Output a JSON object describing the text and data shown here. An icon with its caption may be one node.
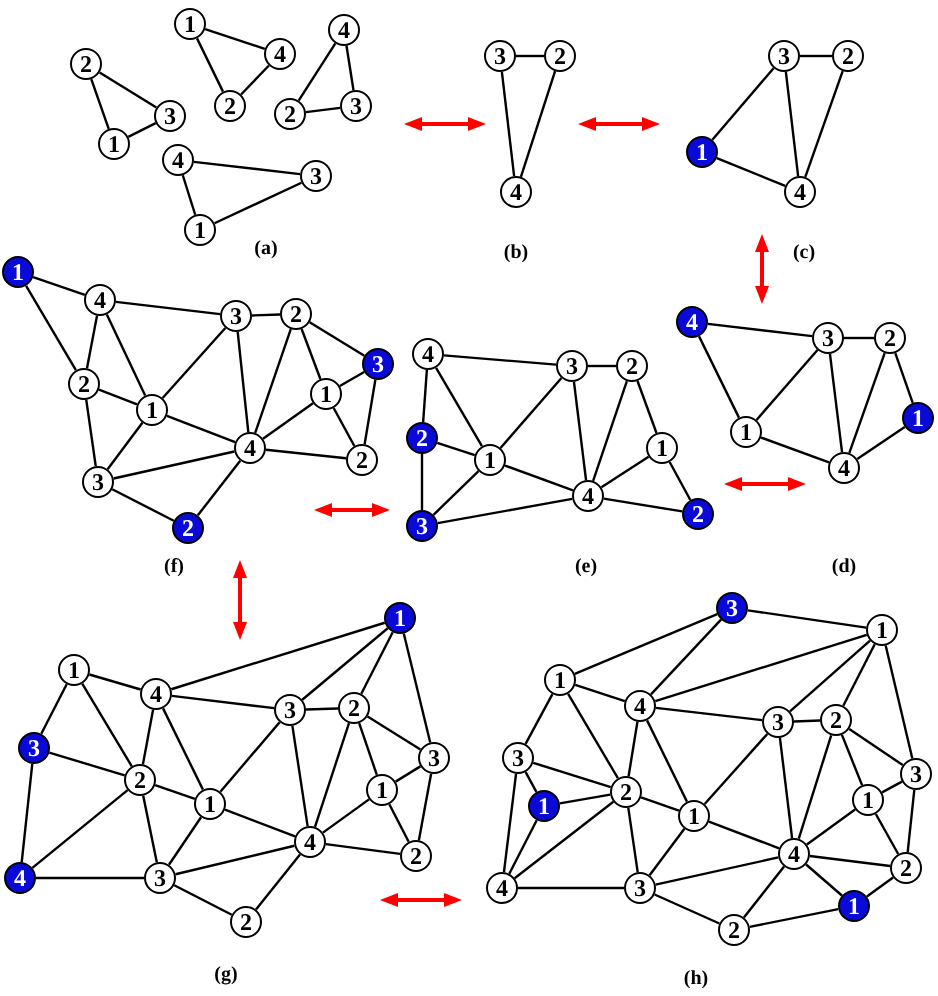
{
  "diagram": {
    "nodes": [
      {
        "text": [
          "1"
        ]
      },
      {
        "text": [
          "4"
        ]
      },
      {
        "text": [
          "4"
        ]
      },
      {
        "text": [
          "2"
        ]
      },
      {
        "text": [
          "2"
        ]
      },
      {
        "text": [
          "2"
        ]
      },
      {
        "text": [
          "3"
        ]
      },
      {
        "text": [
          "3"
        ]
      },
      {
        "text": [
          "1"
        ]
      },
      {
        "text": [
          "4"
        ]
      },
      {
        "text": [
          "3"
        ]
      },
      {
        "text": [
          "1"
        ]
      },
      {
        "text": [
          "3"
        ]
      },
      {
        "text": [
          "2"
        ]
      },
      {
        "text": [
          "4"
        ]
      },
      {
        "text": [
          "3"
        ]
      },
      {
        "text": [
          "2"
        ]
      },
      {
        "text": [
          "1"
        ]
      },
      {
        "text": [
          "4"
        ]
      },
      {
        "text": [
          "1"
        ]
      },
      {
        "text": [
          "4"
        ]
      },
      {
        "text": [
          "3"
        ]
      },
      {
        "text": [
          "2"
        ]
      },
      {
        "text": [
          "3"
        ]
      },
      {
        "text": [
          "2"
        ]
      },
      {
        "text": [
          "1"
        ]
      },
      {
        "text": [
          "1"
        ]
      },
      {
        "text": [
          "4"
        ]
      },
      {
        "text": [
          "2"
        ]
      },
      {
        "text": [
          "3"
        ]
      },
      {
        "text": [
          "2"
        ]
      },
      {
        "text": [
          "4"
        ]
      },
      {
        "text": [
          "3"
        ]
      },
      {
        "text": [
          "2"
        ]
      },
      {
        "text": [
          "2"
        ]
      },
      {
        "text": [
          "1"
        ]
      },
      {
        "text": [
          "1"
        ]
      },
      {
        "text": [
          "4"
        ]
      },
      {
        "text": [
          "2"
        ]
      },
      {
        "text": [
          "3"
        ]
      },
      {
        "text": [
          "4"
        ]
      },
      {
        "text": [
          "3"
        ]
      },
      {
        "text": [
          "2"
        ]
      },
      {
        "text": [
          "1"
        ]
      },
      {
        "text": [
          "1"
        ]
      },
      {
        "text": [
          "4"
        ]
      },
      {
        "text": [
          "1"
        ]
      },
      {
        "text": [
          "1"
        ]
      },
      {
        "text": [
          "4"
        ]
      },
      {
        "text": [
          "2"
        ]
      },
      {
        "text": [
          "3"
        ]
      },
      {
        "text": [
          "3"
        ]
      },
      {
        "text": [
          "3"
        ]
      },
      {
        "text": [
          "2"
        ]
      },
      {
        "text": [
          "1"
        ]
      },
      {
        "text": [
          "1"
        ]
      },
      {
        "text": [
          "4"
        ]
      },
      {
        "text": [
          "2"
        ]
      },
      {
        "text": [
          "4"
        ]
      },
      {
        "text": [
          "3"
        ]
      },
      {
        "text": [
          "2"
        ]
      },
      {
        "text": [
          "3"
        ]
      },
      {
        "text": [
          "1"
        ]
      },
      {
        "text": [
          "1"
        ]
      },
      {
        "text": [
          "4"
        ]
      },
      {
        "text": [
          "2"
        ]
      },
      {
        "text": [
          "3"
        ]
      },
      {
        "text": [
          "3"
        ]
      },
      {
        "text": [
          "3"
        ]
      },
      {
        "text": [
          "2"
        ]
      },
      {
        "text": [
          "1"
        ]
      },
      {
        "text": [
          "1"
        ]
      },
      {
        "text": [
          "1"
        ]
      },
      {
        "text": [
          "4"
        ]
      },
      {
        "text": [
          "2"
        ]
      },
      {
        "text": [
          "4"
        ]
      },
      {
        "text": [
          "3"
        ]
      },
      {
        "text": [
          "1"
        ]
      },
      {
        "text": [
          "2"
        ]
      }
    ],
    "edges": [
      {
        "from": 3,
        "to": 7,
        "arrow": "none"
      },
      {
        "from": 3,
        "to": 8,
        "arrow": "none"
      },
      {
        "from": 8,
        "to": 7,
        "arrow": "none"
      },
      {
        "from": 0,
        "to": 2,
        "arrow": "none"
      },
      {
        "from": 0,
        "to": 4,
        "arrow": "none"
      },
      {
        "from": 4,
        "to": 2,
        "arrow": "none"
      },
      {
        "from": 1,
        "to": 5,
        "arrow": "none"
      },
      {
        "from": 1,
        "to": 6,
        "arrow": "none"
      },
      {
        "from": 5,
        "to": 6,
        "arrow": "none"
      },
      {
        "from": 9,
        "to": 10,
        "arrow": "none"
      },
      {
        "from": 9,
        "to": 11,
        "arrow": "none"
      },
      {
        "from": 11,
        "to": 10,
        "arrow": "none"
      },
      {
        "from": 12,
        "to": 13,
        "arrow": "none"
      },
      {
        "from": 12,
        "to": 14,
        "arrow": "none"
      },
      {
        "from": 13,
        "to": 14,
        "arrow": "none"
      },
      {
        "from": 15,
        "to": 16,
        "arrow": "none"
      },
      {
        "from": 15,
        "to": 17,
        "arrow": "none"
      },
      {
        "from": 15,
        "to": 18,
        "arrow": "none"
      },
      {
        "from": 16,
        "to": 18,
        "arrow": "none"
      },
      {
        "from": 17,
        "to": 18,
        "arrow": "none"
      },
      {
        "from": 19,
        "to": 20,
        "arrow": "none"
      },
      {
        "from": 19,
        "to": 24,
        "arrow": "none"
      },
      {
        "from": 20,
        "to": 24,
        "arrow": "none"
      },
      {
        "from": 20,
        "to": 26,
        "arrow": "none"
      },
      {
        "from": 20,
        "to": 21,
        "arrow": "none"
      },
      {
        "from": 21,
        "to": 22,
        "arrow": "none"
      },
      {
        "from": 21,
        "to": 26,
        "arrow": "none"
      },
      {
        "from": 21,
        "to": 27,
        "arrow": "none"
      },
      {
        "from": 22,
        "to": 27,
        "arrow": "none"
      },
      {
        "from": 22,
        "to": 25,
        "arrow": "none"
      },
      {
        "from": 22,
        "to": 23,
        "arrow": "none"
      },
      {
        "from": 23,
        "to": 25,
        "arrow": "none"
      },
      {
        "from": 23,
        "to": 28,
        "arrow": "none"
      },
      {
        "from": 25,
        "to": 27,
        "arrow": "none"
      },
      {
        "from": 25,
        "to": 28,
        "arrow": "none"
      },
      {
        "from": 27,
        "to": 28,
        "arrow": "none"
      },
      {
        "from": 24,
        "to": 26,
        "arrow": "none"
      },
      {
        "from": 24,
        "to": 29,
        "arrow": "none"
      },
      {
        "from": 26,
        "to": 29,
        "arrow": "none"
      },
      {
        "from": 26,
        "to": 27,
        "arrow": "none"
      },
      {
        "from": 29,
        "to": 27,
        "arrow": "none"
      },
      {
        "from": 29,
        "to": 30,
        "arrow": "none"
      },
      {
        "from": 30,
        "to": 27,
        "arrow": "none"
      },
      {
        "from": 31,
        "to": 32,
        "arrow": "none"
      },
      {
        "from": 31,
        "to": 34,
        "arrow": "none"
      },
      {
        "from": 31,
        "to": 36,
        "arrow": "none"
      },
      {
        "from": 34,
        "to": 36,
        "arrow": "none"
      },
      {
        "from": 34,
        "to": 39,
        "arrow": "none"
      },
      {
        "from": 39,
        "to": 36,
        "arrow": "none"
      },
      {
        "from": 39,
        "to": 37,
        "arrow": "none"
      },
      {
        "from": 36,
        "to": 32,
        "arrow": "none"
      },
      {
        "from": 36,
        "to": 37,
        "arrow": "none"
      },
      {
        "from": 32,
        "to": 33,
        "arrow": "none"
      },
      {
        "from": 32,
        "to": 37,
        "arrow": "none"
      },
      {
        "from": 33,
        "to": 37,
        "arrow": "none"
      },
      {
        "from": 33,
        "to": 35,
        "arrow": "none"
      },
      {
        "from": 35,
        "to": 37,
        "arrow": "none"
      },
      {
        "from": 35,
        "to": 38,
        "arrow": "none"
      },
      {
        "from": 37,
        "to": 38,
        "arrow": "none"
      },
      {
        "from": 40,
        "to": 41,
        "arrow": "none"
      },
      {
        "from": 40,
        "to": 44,
        "arrow": "none"
      },
      {
        "from": 41,
        "to": 42,
        "arrow": "none"
      },
      {
        "from": 41,
        "to": 44,
        "arrow": "none"
      },
      {
        "from": 41,
        "to": 45,
        "arrow": "none"
      },
      {
        "from": 42,
        "to": 45,
        "arrow": "none"
      },
      {
        "from": 42,
        "to": 43,
        "arrow": "none"
      },
      {
        "from": 43,
        "to": 45,
        "arrow": "none"
      },
      {
        "from": 44,
        "to": 45,
        "arrow": "none"
      },
      {
        "from": 46,
        "to": 48,
        "arrow": "none"
      },
      {
        "from": 46,
        "to": 50,
        "arrow": "none"
      },
      {
        "from": 46,
        "to": 49,
        "arrow": "none"
      },
      {
        "from": 46,
        "to": 52,
        "arrow": "none"
      },
      {
        "from": 47,
        "to": 48,
        "arrow": "none"
      },
      {
        "from": 47,
        "to": 51,
        "arrow": "none"
      },
      {
        "from": 47,
        "to": 53,
        "arrow": "none"
      },
      {
        "from": 48,
        "to": 50,
        "arrow": "none"
      },
      {
        "from": 48,
        "to": 53,
        "arrow": "none"
      },
      {
        "from": 48,
        "to": 55,
        "arrow": "none"
      },
      {
        "from": 50,
        "to": 49,
        "arrow": "none"
      },
      {
        "from": 50,
        "to": 55,
        "arrow": "none"
      },
      {
        "from": 50,
        "to": 56,
        "arrow": "none"
      },
      {
        "from": 49,
        "to": 56,
        "arrow": "none"
      },
      {
        "from": 49,
        "to": 54,
        "arrow": "none"
      },
      {
        "from": 49,
        "to": 52,
        "arrow": "none"
      },
      {
        "from": 52,
        "to": 54,
        "arrow": "none"
      },
      {
        "from": 52,
        "to": 57,
        "arrow": "none"
      },
      {
        "from": 54,
        "to": 56,
        "arrow": "none"
      },
      {
        "from": 54,
        "to": 57,
        "arrow": "none"
      },
      {
        "from": 56,
        "to": 57,
        "arrow": "none"
      },
      {
        "from": 51,
        "to": 53,
        "arrow": "none"
      },
      {
        "from": 51,
        "to": 58,
        "arrow": "none"
      },
      {
        "from": 53,
        "to": 58,
        "arrow": "none"
      },
      {
        "from": 53,
        "to": 59,
        "arrow": "none"
      },
      {
        "from": 53,
        "to": 55,
        "arrow": "none"
      },
      {
        "from": 55,
        "to": 59,
        "arrow": "none"
      },
      {
        "from": 55,
        "to": 56,
        "arrow": "none"
      },
      {
        "from": 58,
        "to": 59,
        "arrow": "none"
      },
      {
        "from": 59,
        "to": 56,
        "arrow": "none"
      },
      {
        "from": 59,
        "to": 60,
        "arrow": "none"
      },
      {
        "from": 60,
        "to": 56,
        "arrow": "none"
      },
      {
        "from": 61,
        "to": 63,
        "arrow": "none"
      },
      {
        "from": 61,
        "to": 64,
        "arrow": "none"
      },
      {
        "from": 61,
        "to": 62,
        "arrow": "none"
      },
      {
        "from": 62,
        "to": 64,
        "arrow": "none"
      },
      {
        "from": 62,
        "to": 66,
        "arrow": "none"
      },
      {
        "from": 62,
        "to": 65,
        "arrow": "none"
      },
      {
        "from": 62,
        "to": 68,
        "arrow": "none"
      },
      {
        "from": 63,
        "to": 64,
        "arrow": "none"
      },
      {
        "from": 63,
        "to": 67,
        "arrow": "none"
      },
      {
        "from": 63,
        "to": 69,
        "arrow": "none"
      },
      {
        "from": 64,
        "to": 66,
        "arrow": "none"
      },
      {
        "from": 64,
        "to": 69,
        "arrow": "none"
      },
      {
        "from": 64,
        "to": 72,
        "arrow": "none"
      },
      {
        "from": 66,
        "to": 65,
        "arrow": "none"
      },
      {
        "from": 66,
        "to": 72,
        "arrow": "none"
      },
      {
        "from": 66,
        "to": 73,
        "arrow": "none"
      },
      {
        "from": 65,
        "to": 73,
        "arrow": "none"
      },
      {
        "from": 65,
        "to": 70,
        "arrow": "none"
      },
      {
        "from": 65,
        "to": 68,
        "arrow": "none"
      },
      {
        "from": 67,
        "to": 69,
        "arrow": "none"
      },
      {
        "from": 67,
        "to": 71,
        "arrow": "none"
      },
      {
        "from": 67,
        "to": 75,
        "arrow": "none"
      },
      {
        "from": 71,
        "to": 69,
        "arrow": "none"
      },
      {
        "from": 71,
        "to": 75,
        "arrow": "none"
      },
      {
        "from": 69,
        "to": 75,
        "arrow": "none"
      },
      {
        "from": 69,
        "to": 76,
        "arrow": "none"
      },
      {
        "from": 69,
        "to": 72,
        "arrow": "none"
      },
      {
        "from": 68,
        "to": 70,
        "arrow": "none"
      },
      {
        "from": 68,
        "to": 74,
        "arrow": "none"
      },
      {
        "from": 70,
        "to": 73,
        "arrow": "none"
      },
      {
        "from": 70,
        "to": 74,
        "arrow": "none"
      },
      {
        "from": 72,
        "to": 76,
        "arrow": "none"
      },
      {
        "from": 72,
        "to": 73,
        "arrow": "none"
      },
      {
        "from": 73,
        "to": 74,
        "arrow": "none"
      },
      {
        "from": 73,
        "to": 77,
        "arrow": "none"
      },
      {
        "from": 73,
        "to": 76,
        "arrow": "none"
      },
      {
        "from": 73,
        "to": 78,
        "arrow": "none"
      },
      {
        "from": 74,
        "to": 77,
        "arrow": "none"
      },
      {
        "from": 75,
        "to": 76,
        "arrow": "none"
      },
      {
        "from": 76,
        "to": 78,
        "arrow": "none"
      },
      {
        "from": 78,
        "to": 77,
        "arrow": "none"
      }
    ],
    "labels": [
      "(a)",
      "(b)",
      "(c)",
      "(f)",
      "(e)",
      "(d)",
      "(g)",
      "(h)"
    ]
  }
}
